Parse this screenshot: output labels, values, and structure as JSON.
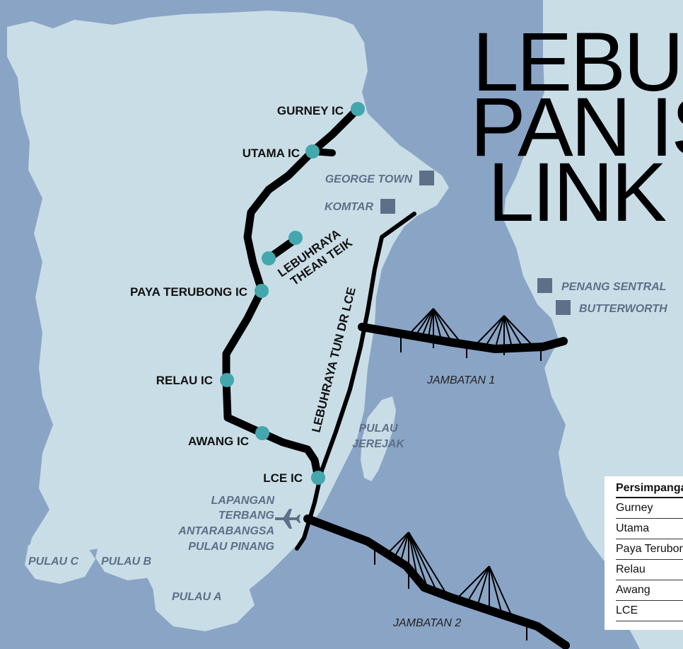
{
  "title": {
    "line1": "LEBUH",
    "line2": "PAN IS",
    "line3": "LINK"
  },
  "interchanges": [
    {
      "label": "GURNEY IC"
    },
    {
      "label": "UTAMA IC"
    },
    {
      "label": "PAYA TERUBONG IC"
    },
    {
      "label": "RELAU IC"
    },
    {
      "label": "AWANG IC"
    },
    {
      "label": "LCE IC"
    }
  ],
  "places": [
    {
      "label": "GEORGE TOWN"
    },
    {
      "label": "KOMTAR"
    },
    {
      "label": "PENANG SENTRAL"
    },
    {
      "label": "BUTTERWORTH"
    }
  ],
  "roads": {
    "thean_teik_line1": "LEBUHRAYA",
    "thean_teik_line2": "THEAN TEIK",
    "lce": "LEBUHRAYA TUN DR LCE"
  },
  "bridges": {
    "b1": "JAMBATAN 1",
    "b2": "JAMBATAN 2"
  },
  "islands": {
    "jerejak_line1": "PULAU",
    "jerejak_line2": "JEREJAK",
    "a": "PULAU A",
    "b": "PULAU B",
    "c": "PULAU C"
  },
  "airport": {
    "line1": "LAPANGAN",
    "line2": "TERBANG",
    "line3": "ANTARABANGSA",
    "line4": "PULAU PINANG"
  },
  "legend": {
    "header": "Persimpangan",
    "rows": [
      "Gurney",
      "Utama",
      "Paya Terubong",
      "Relau",
      "Awang",
      "LCE"
    ]
  },
  "colors": {
    "sea": "#8aa4c6",
    "land": "#c9dde6",
    "road": "#000000",
    "interchange": "#43a7ad",
    "place_marker": "#5d6f89"
  },
  "icons": {
    "airport": "airplane-icon",
    "place": "square-marker-icon"
  }
}
